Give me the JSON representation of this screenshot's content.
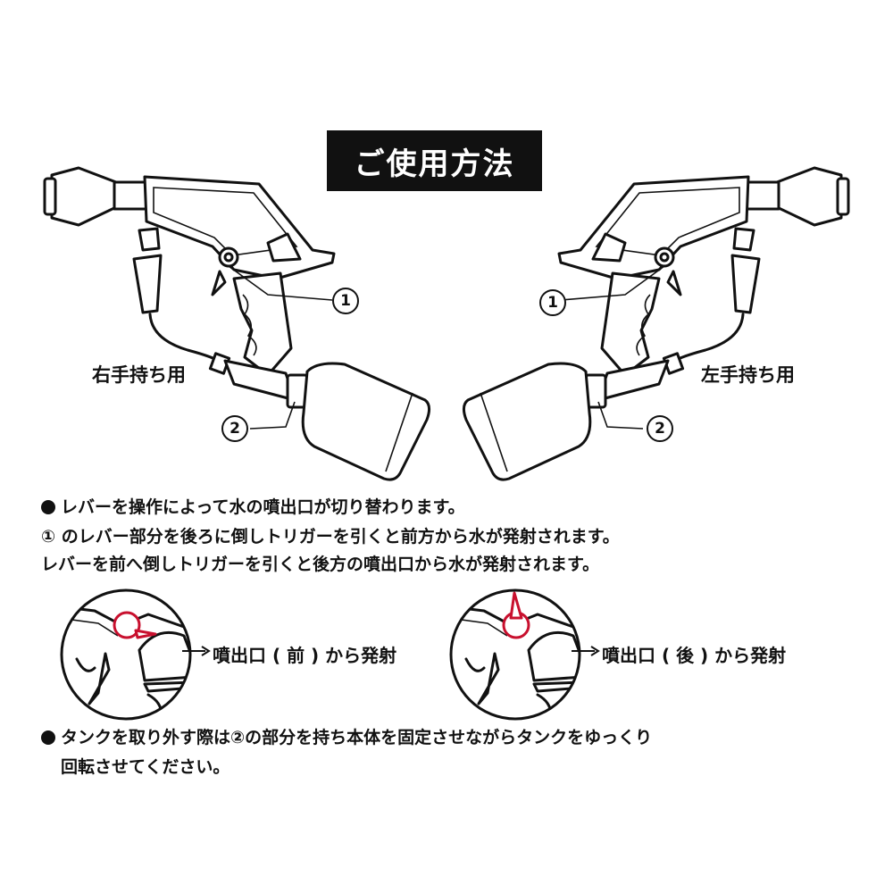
{
  "title": "ご使用方法",
  "labels": {
    "right_hand": "右手持ち用",
    "left_hand": "左手持ち用",
    "num1": "1",
    "num2": "2"
  },
  "instructions": {
    "line1": "レバーを操作によって水の噴出口が切り替わります。",
    "line2": "① のレバー部分を後ろに倒しトリガーを引くと前方から水が発射されます。",
    "line3": "レバーを前へ倒しトリガーを引くと後方の噴出口から水が発射されます。"
  },
  "details": {
    "front": "噴出口 ( 前 ) から発射",
    "rear": "噴出口 ( 後 ) から発射"
  },
  "note": {
    "line1": "タンクを取り外す際は②の部分を持ち本体を固定させながらタンクをゆっくり",
    "line2": "回転させてください。"
  },
  "colors": {
    "accent": "#c8102e",
    "ink": "#111111",
    "title_bg": "#111111",
    "title_fg": "#ffffff"
  },
  "icons": [
    "water-gun-right-illustration",
    "water-gun-left-illustration",
    "lever-front-detail",
    "lever-rear-detail",
    "arrow-right-icon"
  ]
}
